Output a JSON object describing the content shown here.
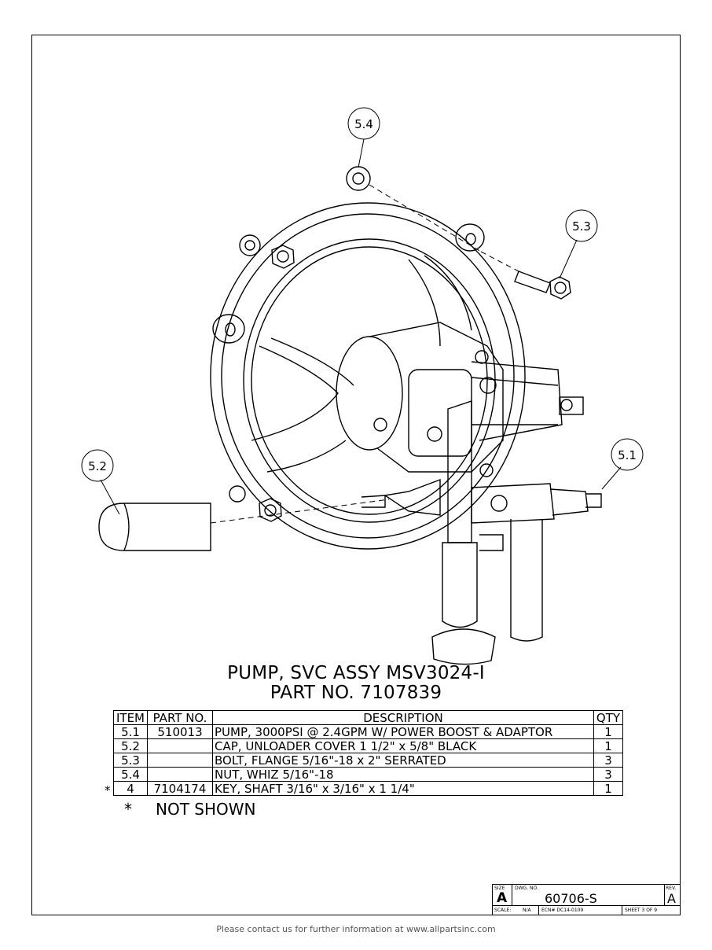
{
  "balloons": [
    "5.4",
    "5.3",
    "5.2",
    "5.1"
  ],
  "title": {
    "line1": "PUMP, SVC ASSY MSV3024-I",
    "line2": "PART NO. 7107839"
  },
  "bom": {
    "headers": {
      "item": "ITEM",
      "part": "PART NO.",
      "desc": "DESCRIPTION",
      "qty": "QTY"
    },
    "rows": [
      {
        "item": "5.1",
        "part": "510013",
        "desc": "PUMP, 3000PSI @ 2.4GPM W/ POWER BOOST & ADAPTOR",
        "qty": "1",
        "mark": ""
      },
      {
        "item": "5.2",
        "part": "",
        "desc": "CAP, UNLOADER COVER 1 1/2\" x 5/8\" BLACK",
        "qty": "1",
        "mark": ""
      },
      {
        "item": "5.3",
        "part": "",
        "desc": "BOLT, FLANGE 5/16\"-18 x 2\" SERRATED",
        "qty": "3",
        "mark": ""
      },
      {
        "item": "5.4",
        "part": "",
        "desc": "NUT, WHIZ 5/16\"-18",
        "qty": "3",
        "mark": ""
      },
      {
        "item": "4",
        "part": "7104174",
        "desc": "KEY, SHAFT 3/16\" x 3/16\" x 1 1/4\"",
        "qty": "1",
        "mark": "*"
      }
    ]
  },
  "note": {
    "mark": "*",
    "text": "NOT SHOWN"
  },
  "title_block": {
    "size_label": "SIZE",
    "size": "A",
    "dwg_label": "DWG. NO.",
    "dwg_no": "60706-S",
    "rev_label": "REV.",
    "rev": "A",
    "scale_label": "SCALE:",
    "scale": "N/A",
    "ecn": "ECN# DC14-0109",
    "sheet": "SHEET 3 OF 9"
  },
  "footer": "Please contact us for further information at www.allpartsinc.com"
}
